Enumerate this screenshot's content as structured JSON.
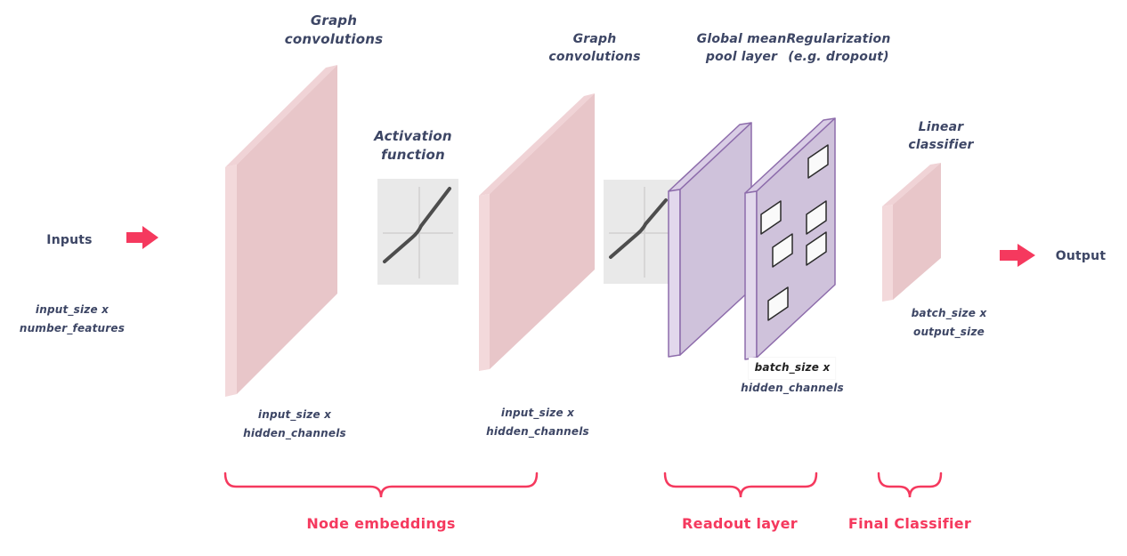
{
  "diagram_title": "Graph neural network architecture",
  "colors": {
    "accent_red": "#f5395e",
    "text_navy": "#3d4665",
    "conv_slab_face": "#e8c6c9",
    "conv_slab_side": "#f3d9db",
    "conv_slab_top": "#f0d3d6",
    "pool_slab_face": "#cfc2db",
    "pool_slab_side": "#e2d8ec",
    "pool_slab_top": "#d9cde5",
    "pool_slab_outline": "#8d6cab",
    "activation_box_bg": "#e9e9e9",
    "activation_axes": "#d7d6d6",
    "activation_curve": "#4d4d4d",
    "dropout_hole_fill": "#fafafa",
    "dropout_hole_outline": "#2b2b2b",
    "highlight_box_bg": "#ffffff",
    "highlight_text": "#222222"
  },
  "input": {
    "label": "Inputs",
    "dims_line1": "input_size x",
    "dims_line2": "number_features"
  },
  "conv1": {
    "title_line1": "Graph",
    "title_line2": "convolutions",
    "dims_line1": "input_size x",
    "dims_line2": "hidden_channels"
  },
  "activation": {
    "title_line1": "Activation",
    "title_line2": "function"
  },
  "conv2": {
    "title_line1": "Graph",
    "title_line2": "convolutions",
    "dims_line1": "input_size x",
    "dims_line2": "hidden_channels"
  },
  "pool": {
    "title_line1": "Global mean",
    "title_line2": "pool layer",
    "dims_highlight": "batch_size x",
    "dims_line2": "hidden_channels"
  },
  "regularization": {
    "title_line1": "Regularization",
    "title_line2": "(e.g. dropout)"
  },
  "linear": {
    "title_line1": "Linear",
    "title_line2": "classifier",
    "dims_line1": "batch_size x",
    "dims_line2": "output_size"
  },
  "output": {
    "label": "Output"
  },
  "stages": {
    "node_embeddings": "Node embeddings",
    "readout_layer": "Readout layer",
    "final_classifier": "Final Classifier"
  }
}
